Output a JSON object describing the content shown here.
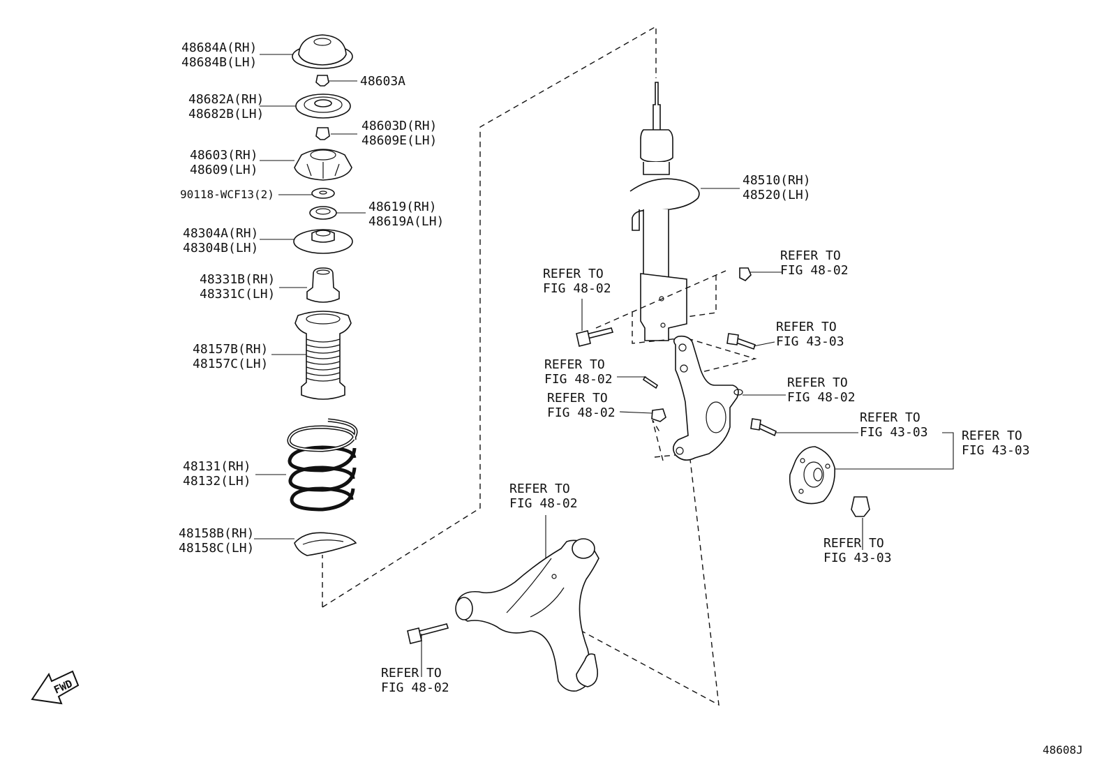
{
  "diagram_id": "48608J",
  "fwd_label": "FWD",
  "labels": {
    "l48684": [
      "48684A(RH)",
      "48684B(LH)"
    ],
    "l48603a": [
      "48603A"
    ],
    "l48682": [
      "48682A(RH)",
      "48682B(LH)"
    ],
    "l48603d": [
      "48603D(RH)",
      "48609E(LH)"
    ],
    "l48603": [
      "48603(RH)",
      "48609(LH)"
    ],
    "l90118": [
      "90118-WCF13(2)"
    ],
    "l48619": [
      "48619(RH)",
      "48619A(LH)"
    ],
    "l48304": [
      "48304A(RH)",
      "48304B(LH)"
    ],
    "l48331": [
      "48331B(RH)",
      "48331C(LH)"
    ],
    "l48157": [
      "48157B(RH)",
      "48157C(LH)"
    ],
    "l48131": [
      "48131(RH)",
      "48132(LH)"
    ],
    "l48158": [
      "48158B(RH)",
      "48158C(LH)"
    ],
    "l48510": [
      "48510(RH)",
      "48520(LH)"
    ],
    "r1": [
      "REFER TO",
      "FIG 48-02"
    ],
    "r2": [
      "REFER TO",
      "FIG 48-02"
    ],
    "r3": [
      "REFER TO",
      "FIG 43-03"
    ],
    "r4": [
      "REFER TO",
      "FIG 48-02"
    ],
    "r5": [
      "REFER TO",
      "FIG 48-02"
    ],
    "r6": [
      "REFER TO",
      "FIG 48-02"
    ],
    "r7": [
      "REFER TO",
      "FIG 43-03"
    ],
    "r8": [
      "REFER TO",
      "FIG 43-03"
    ],
    "r9": [
      "REFER TO",
      "FIG 48-02"
    ],
    "r10": [
      "REFER TO",
      "FIG 43-03"
    ],
    "r11": [
      "REFER TO",
      "FIG 48-02"
    ]
  }
}
